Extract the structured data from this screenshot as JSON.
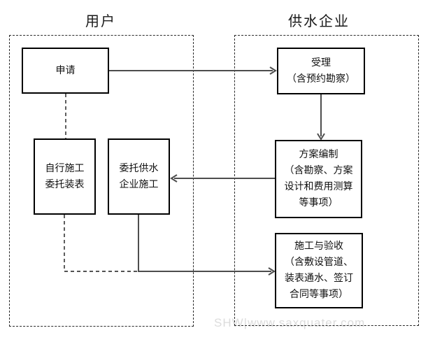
{
  "groups": {
    "user": {
      "title": "用户"
    },
    "supplier": {
      "title": "供水企业"
    }
  },
  "nodes": {
    "apply": {
      "lines": [
        "申请"
      ]
    },
    "accept": {
      "lines": [
        "受理",
        "（含预约勘察）"
      ]
    },
    "self": {
      "lines": [
        "自行施工",
        "委托装表"
      ]
    },
    "entrust": {
      "lines": [
        "委托供水",
        "企业施工"
      ]
    },
    "plan": {
      "lines": [
        "方案编制",
        "（含勘察、方案",
        "设计和费用测算",
        "等事项）"
      ]
    },
    "construct": {
      "lines": [
        "施工与验收",
        "（含敷设管道、",
        "装表通水、签订",
        "合同等事项）"
      ]
    }
  },
  "edges": [
    {
      "from": "apply",
      "to": "accept",
      "style": "solid-arrow"
    },
    {
      "from": "apply",
      "to": "self",
      "style": "dashed"
    },
    {
      "from": "accept",
      "to": "plan",
      "style": "solid-arrow"
    },
    {
      "from": "plan",
      "to": "entrust",
      "style": "solid-arrow"
    },
    {
      "from": "self",
      "to": "construct",
      "style": "dashed"
    },
    {
      "from": "entrust",
      "to": "construct",
      "style": "solid-arrow"
    }
  ],
  "watermark": {
    "text": "SHW|www.saxquater.com"
  },
  "colors": {
    "background": "#ffffff",
    "node_border": "#000000",
    "group_border": "#2a2a2a",
    "connector_solid": "#4d4d4d",
    "connector_dashed": "#1a1a1a",
    "watermark": "#dcdcdc"
  }
}
